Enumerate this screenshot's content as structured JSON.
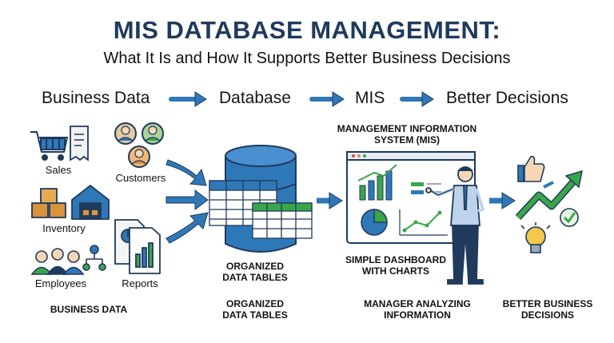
{
  "header": {
    "title": "MIS DATABASE MANAGEMENT:",
    "subtitle": "What It Is and How It Supports Better Business Decisions"
  },
  "flow": {
    "step1": "Business Data",
    "step2": "Database",
    "step3": "MIS",
    "step4": "Better Decisions"
  },
  "sources": {
    "sales": "Sales",
    "customers": "Customers",
    "inventory": "Inventory",
    "employees": "Employees",
    "reports": "Reports"
  },
  "captions": {
    "business_data": "BUSINESS DATA",
    "organized_tables_1_line1": "ORGANIZED",
    "organized_tables_1_line2": "DATA TABLES",
    "organized_tables_2_line1": "ORGANIZED",
    "organized_tables_2_line2": "DATA TABLES",
    "mis_title_line1": "MANAGEMENT INFORMATION",
    "mis_title_line2": "SYSTEM (MIS)",
    "dashboard_line1": "SIMPLE DASHBOARD",
    "dashboard_line2": "WITH CHARTS",
    "manager_line1": "MANAGER ANALYZING",
    "manager_line2": "INFORMATION",
    "decisions_line1": "BETTER BUSINESS",
    "decisions_line2": "DECISIONS"
  },
  "colors": {
    "navy": "#1f3a5c",
    "arrow_blue": "#2f78b8",
    "green": "#3aa64a",
    "orange": "#d9933c"
  }
}
